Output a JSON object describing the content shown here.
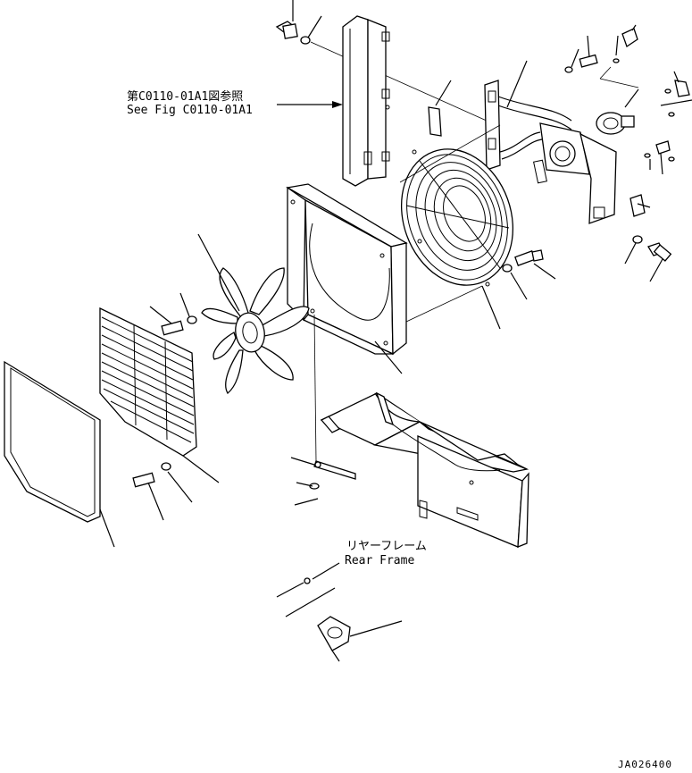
{
  "references": {
    "fig_ref_jp": "第C0110-01A1図参照",
    "fig_ref_en": "See Fig C0110-01A1"
  },
  "labels": {
    "rear_frame_jp": "リヤーフレーム",
    "rear_frame_en": "Rear Frame"
  },
  "drawing_code": "JA026400"
}
